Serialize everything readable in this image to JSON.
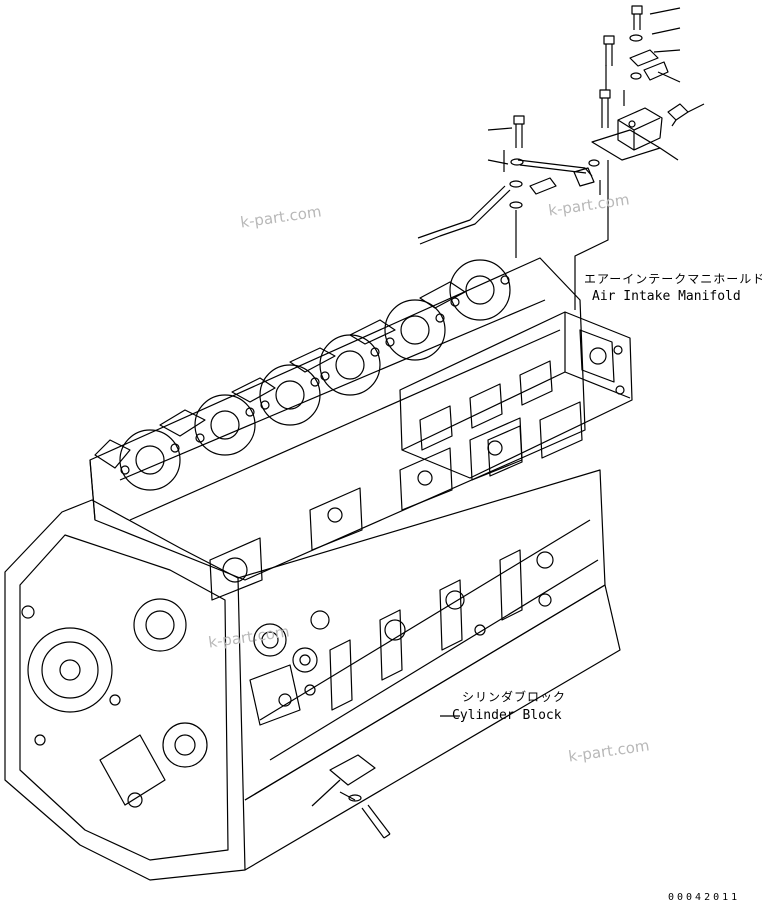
{
  "labels": {
    "manifold_jp": "エアーインテークマニホールド",
    "manifold_en": "Air Intake Manifold",
    "block_jp": "シリンダブロック",
    "block_en": "Cylinder Block"
  },
  "watermarks": [
    "k-part.com",
    "k-part.com",
    "k-part.com",
    "k-part.com"
  ],
  "drawing_code": "00042011"
}
